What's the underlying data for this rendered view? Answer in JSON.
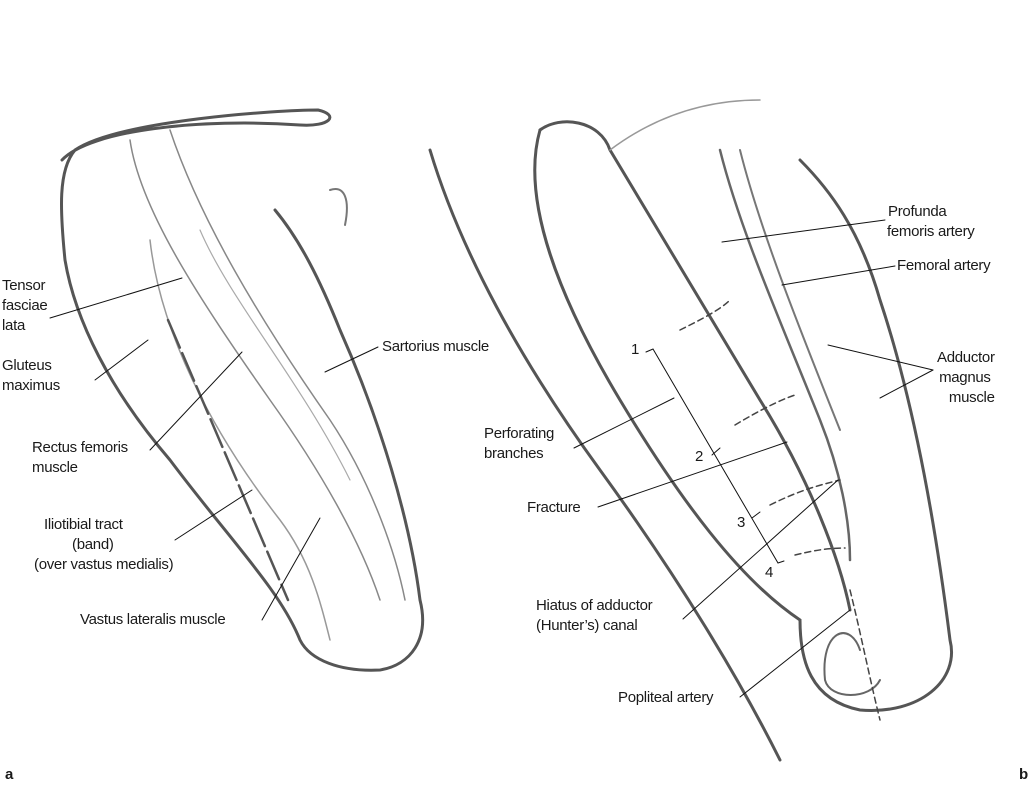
{
  "panel_a": {
    "letter": "a",
    "labels": {
      "tensor": [
        "Tensor",
        "fasciae",
        "lata"
      ],
      "gluteus": [
        "Gluteus",
        "maximus"
      ],
      "rectus": [
        "Rectus femoris",
        "muscle"
      ],
      "iliotibial": [
        "Iliotibial tract",
        "(band)",
        "(over vastus medialis)"
      ],
      "vastus": "Vastus lateralis muscle",
      "sartorius": "Sartorius muscle"
    }
  },
  "panel_b": {
    "letter": "b",
    "labels": {
      "profunda": [
        "Profunda",
        "femoris artery"
      ],
      "femoral": "Femoral artery",
      "adductor": [
        "Adductor",
        "magnus",
        "muscle"
      ],
      "perforating": [
        "Perforating",
        "branches"
      ],
      "fracture": "Fracture",
      "hiatus": [
        "Hiatus of adductor",
        "(Hunter’s) canal"
      ],
      "popliteal": "Popliteal artery"
    },
    "numbers": [
      "1",
      "2",
      "3",
      "4"
    ]
  }
}
